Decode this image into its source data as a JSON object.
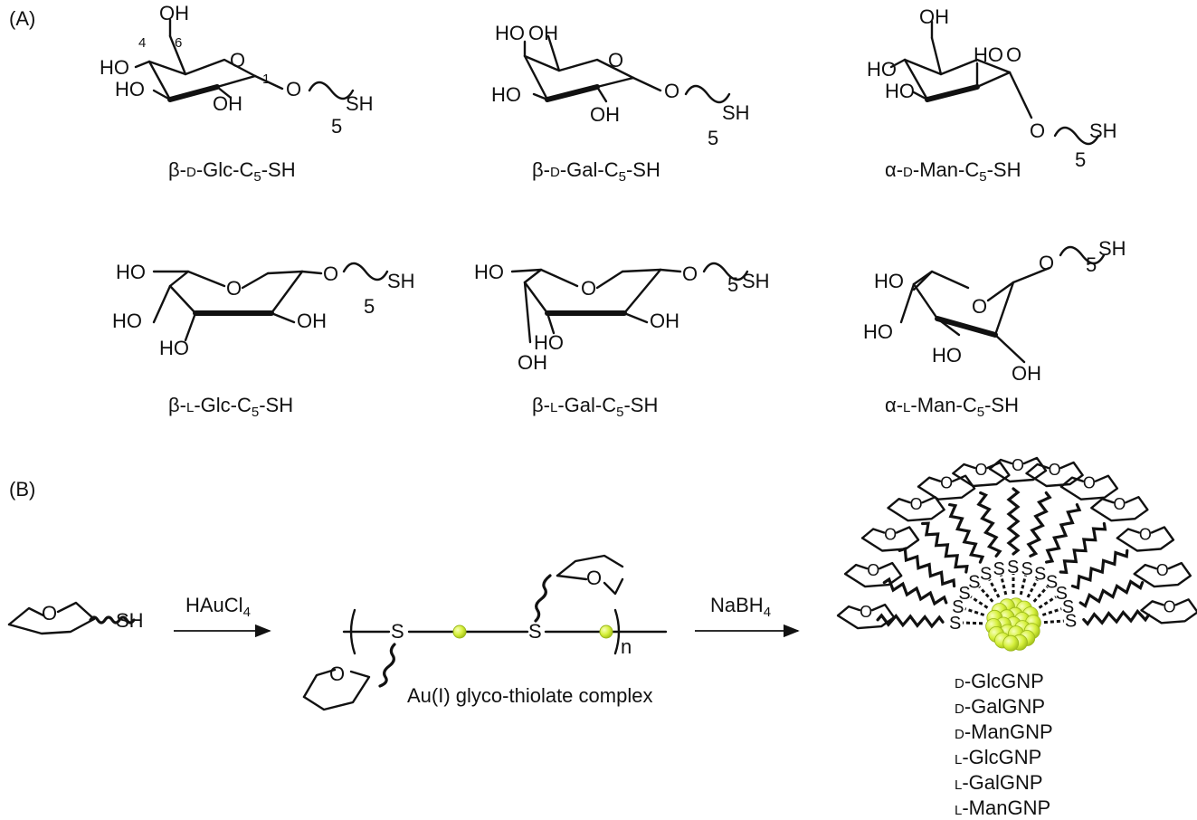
{
  "panels": {
    "a": "(A)",
    "b": "(B)"
  },
  "atoms": {
    "oh": "OH",
    "ho": "HO",
    "o": "O",
    "sh": "SH",
    "s": "S",
    "five": "5",
    "n": "n",
    "pos4": "4",
    "pos6": "6",
    "pos1": "1"
  },
  "structures": [
    {
      "label": "β-D-Glc-C5-SH"
    },
    {
      "label": "β-D-Gal-C5-SH"
    },
    {
      "label": "α-D-Man-C5-SH"
    },
    {
      "label": "β-L-Glc-C5-SH"
    },
    {
      "label": "β-L-Gal-C5-SH"
    },
    {
      "label": "α-L-Man-C5-SH"
    }
  ],
  "label_parts": [
    {
      "anomer": "β-",
      "config": "D",
      "sugar": "-Glc-C",
      "sub": "5",
      "tail": "-SH"
    },
    {
      "anomer": "β-",
      "config": "D",
      "sugar": "-Gal-C",
      "sub": "5",
      "tail": "-SH"
    },
    {
      "anomer": "α-",
      "config": "D",
      "sugar": "-Man-C",
      "sub": "5",
      "tail": "-SH"
    },
    {
      "anomer": "β-",
      "config": "L",
      "sugar": "-Glc-C",
      "sub": "5",
      "tail": "-SH"
    },
    {
      "anomer": "β-",
      "config": "L",
      "sugar": "-Gal-C",
      "sub": "5",
      "tail": "-SH"
    },
    {
      "anomer": "α-",
      "config": "L",
      "sugar": "-Man-C",
      "sub": "5",
      "tail": "-SH"
    }
  ],
  "scheme": {
    "reagent1": {
      "main": "HAuCl",
      "sub": "4"
    },
    "reagent2": {
      "main": "NaBH",
      "sub": "4"
    },
    "complex_label": "Au(I) glyco-thiolate complex",
    "products": [
      {
        "config": "D",
        "name": "-GlcGNP"
      },
      {
        "config": "D",
        "name": "-GalGNP"
      },
      {
        "config": "D",
        "name": "-ManGNP"
      },
      {
        "config": "L",
        "name": "-GlcGNP"
      },
      {
        "config": "L",
        "name": "-GalGNP"
      },
      {
        "config": "L",
        "name": "-ManGNP"
      }
    ]
  },
  "colors": {
    "ink": "#111111",
    "gold_particle": "#d6f03c",
    "gold_particle_edge": "#9bb81a"
  }
}
